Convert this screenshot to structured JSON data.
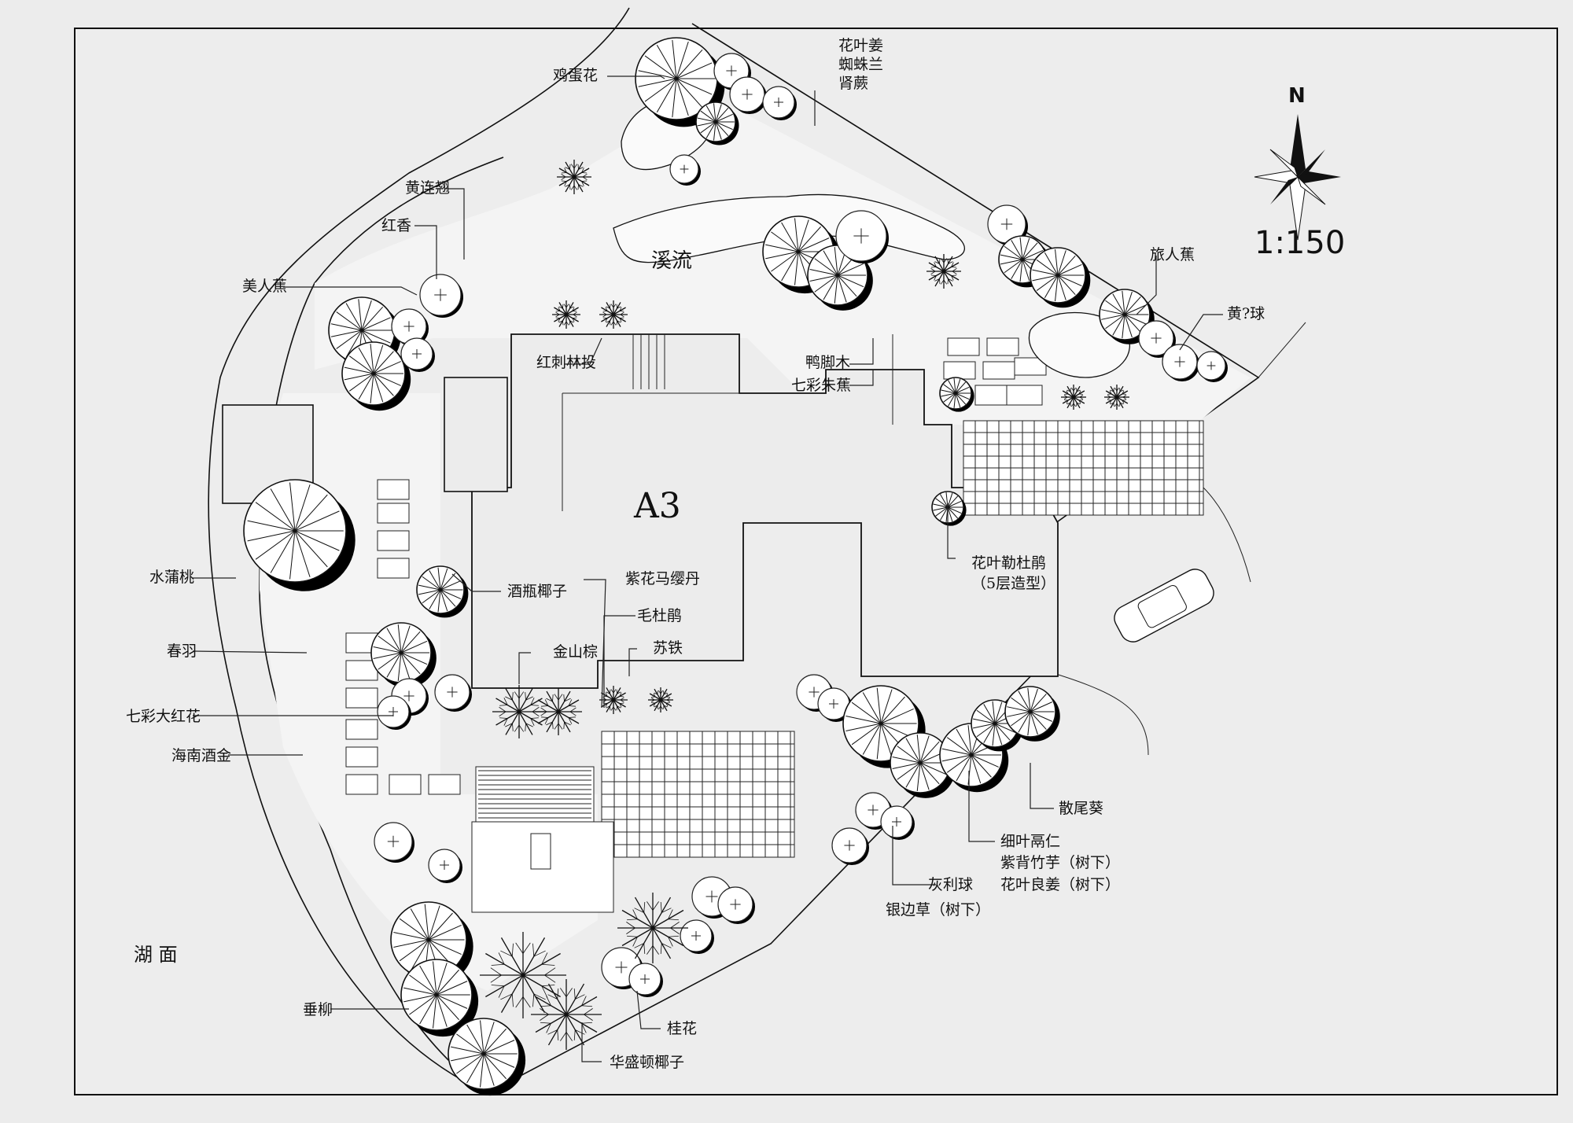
{
  "scale": "1:150",
  "north_label": "N",
  "building_label": "A3",
  "lake_label": "湖  面",
  "stream_label": "溪流",
  "labels": {
    "jidanhua": "鸡蛋花",
    "huayejiang": "花叶姜",
    "zhizhulan": "蜘蛛兰",
    "shenjue": "肾蕨",
    "huanglianqiao": "黄连翘",
    "hongxiang": "红香",
    "meirenjiao": "美人蕉",
    "hongcilinjia": "红刺林投",
    "yajiaomu": "鸭脚木",
    "qicaizhujiao": "七彩朱蕉",
    "lvrenjiao": "旅人蕉",
    "huangqiu": "黄?球",
    "shuiputao": "水蒲桃",
    "jiupingyezi": "酒瓶椰子",
    "zihuamaying": "紫花马缨丹",
    "maodujuan": "毛杜鹃",
    "chunyu": "春羽",
    "jinshanzong": "金山棕",
    "sutie": "苏铁",
    "qicaidahonghua": "七彩大红花",
    "hainanjiujin": "海南酒金",
    "huayeqindujuan": "花叶勒杜鹃",
    "wucengzaoxing": "（5层造型）",
    "sanweikui": "散尾葵",
    "xiyegeren": "细叶鬲仁",
    "zibeizhuyu": "紫背竹芋（树下）",
    "huayeliangjiang": "花叶良姜（树下）",
    "huiliqiu": "灰利球",
    "yinbiancao": "银边草（树下）",
    "chuiliu": "垂柳",
    "guihua": "桂花",
    "huashengdunyezi": "华盛顿椰子"
  }
}
